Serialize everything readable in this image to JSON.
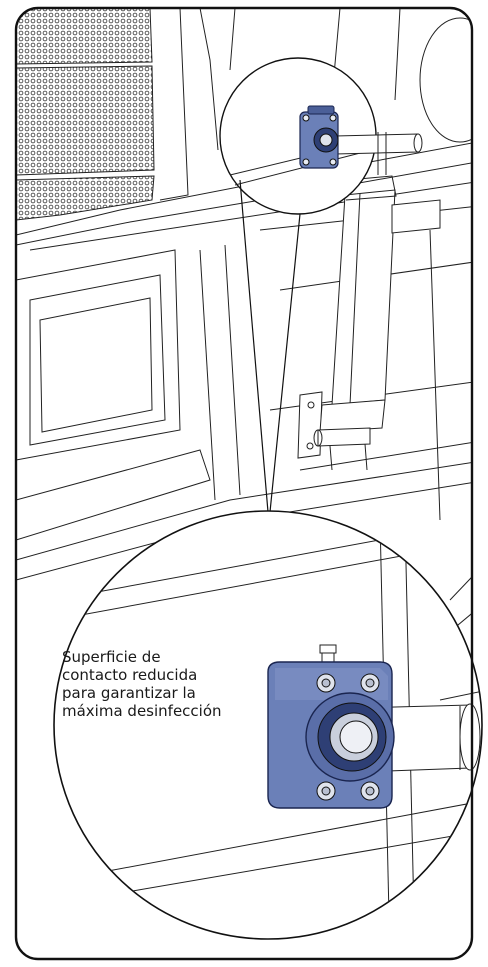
{
  "callout": {
    "lines": [
      "Superficie de",
      "contacto reducida",
      "para garantizar la",
      "máxima desinfección"
    ]
  },
  "colors": {
    "bearing": "#6b80b8",
    "bearing_dark": "#2e3f75",
    "line": "#222222",
    "frame": "#1a1a1a"
  }
}
